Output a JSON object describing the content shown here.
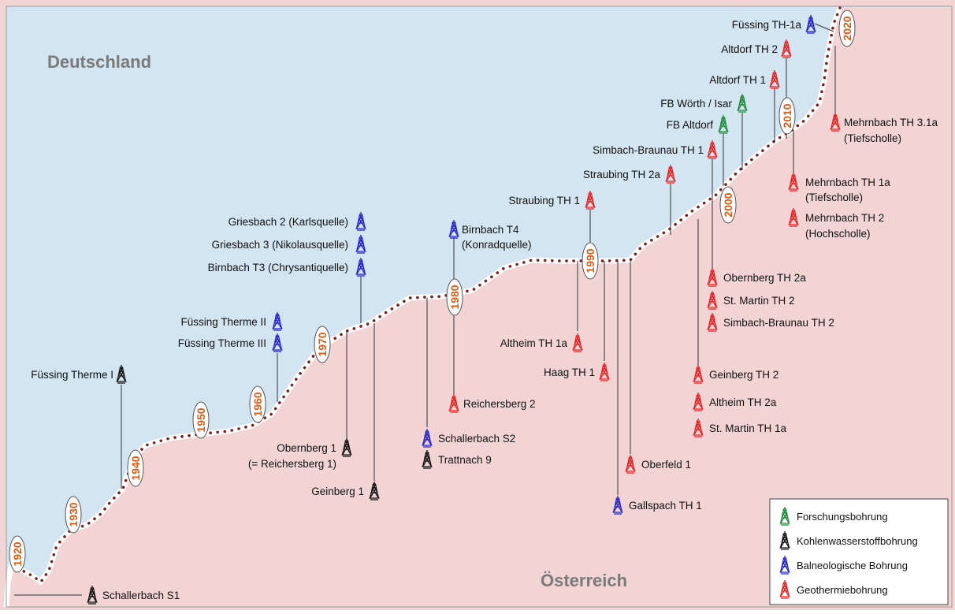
{
  "countries": {
    "north": "Deutschland",
    "south": "Österreich"
  },
  "colors": {
    "germany_bg": "#d3e5f1",
    "austria_bg": "#f2d4d4",
    "border_dots": "#7a1e1e",
    "year_text": "#e05a10",
    "forschung": "#1a8a3a",
    "kohlenwasserstoff": "#111111",
    "balneologisch": "#2222cc",
    "geothermie": "#e82020"
  },
  "years": [
    "1920",
    "1930",
    "1940",
    "1950",
    "1960",
    "1970",
    "1980",
    "1990",
    "2000",
    "2010",
    "2020"
  ],
  "wells": [
    {
      "label": "Füssing TH-1a",
      "type": "balneologisch"
    },
    {
      "label": "Altdorf TH 2",
      "type": "geothermie"
    },
    {
      "label": "Altdorf TH 1",
      "type": "geothermie"
    },
    {
      "label": "FB Wörth / Isar",
      "type": "forschung"
    },
    {
      "label": "FB Altdorf",
      "type": "forschung"
    },
    {
      "label": "Simbach-Braunau TH 1",
      "type": "geothermie"
    },
    {
      "label": "Straubing TH 2a",
      "type": "geothermie"
    },
    {
      "label": "Straubing TH 1",
      "type": "geothermie"
    },
    {
      "label": "Birnbach T4",
      "type": "balneologisch"
    },
    {
      "label": "(Konradquelle)",
      "type": ""
    },
    {
      "label": "Griesbach 2 (Karlsquelle)",
      "type": "balneologisch"
    },
    {
      "label": "Griesbach 3 (Nikolausquelle)",
      "type": "balneologisch"
    },
    {
      "label": "Birnbach T3 (Chrysantiquelle)",
      "type": "balneologisch"
    },
    {
      "label": "Füssing Therme II",
      "type": "balneologisch"
    },
    {
      "label": "Füssing Therme III",
      "type": "balneologisch"
    },
    {
      "label": "Füssing Therme I",
      "type": "kohlenwasserstoff"
    },
    {
      "label": "Mehrnbach TH 3.1a",
      "type": "geothermie"
    },
    {
      "label": "(Tiefscholle)",
      "type": ""
    },
    {
      "label": "Mehrnbach TH 1a",
      "type": "geothermie"
    },
    {
      "label": "(Tiefscholle)",
      "type": ""
    },
    {
      "label": "Mehrnbach TH 2",
      "type": "geothermie"
    },
    {
      "label": "(Hochscholle)",
      "type": ""
    },
    {
      "label": "Obernberg TH 2a",
      "type": "geothermie"
    },
    {
      "label": "St. Martin TH 2",
      "type": "geothermie"
    },
    {
      "label": "Simbach-Braunau TH 2",
      "type": "geothermie"
    },
    {
      "label": "Geinberg TH 2",
      "type": "geothermie"
    },
    {
      "label": "Altheim TH 2a",
      "type": "geothermie"
    },
    {
      "label": "St. Martin TH 1a",
      "type": "geothermie"
    },
    {
      "label": "Altheim TH 1a",
      "type": "geothermie"
    },
    {
      "label": "Haag TH 1",
      "type": "geothermie"
    },
    {
      "label": "Reichersberg 2",
      "type": "geothermie"
    },
    {
      "label": "Schallerbach S2",
      "type": "balneologisch"
    },
    {
      "label": "Trattnach 9",
      "type": "kohlenwasserstoff"
    },
    {
      "label": "Oberfeld 1",
      "type": "geothermie"
    },
    {
      "label": "Gallspach TH 1",
      "type": "balneologisch"
    },
    {
      "label": "Obernberg 1",
      "type": "kohlenwasserstoff"
    },
    {
      "label": "(= Reichersberg 1)",
      "type": ""
    },
    {
      "label": "Geinberg 1",
      "type": "kohlenwasserstoff"
    },
    {
      "label": "Schallerbach S1",
      "type": "kohlenwasserstoff"
    }
  ],
  "legend": [
    {
      "label": "Forschungsbohrung",
      "type": "forschung"
    },
    {
      "label": "Kohlenwasserstoffbohrung",
      "type": "kohlenwasserstoff"
    },
    {
      "label": "Balneologische Bohrung",
      "type": "balneologisch"
    },
    {
      "label": "Geothermiebohrung",
      "type": "geothermie"
    }
  ]
}
